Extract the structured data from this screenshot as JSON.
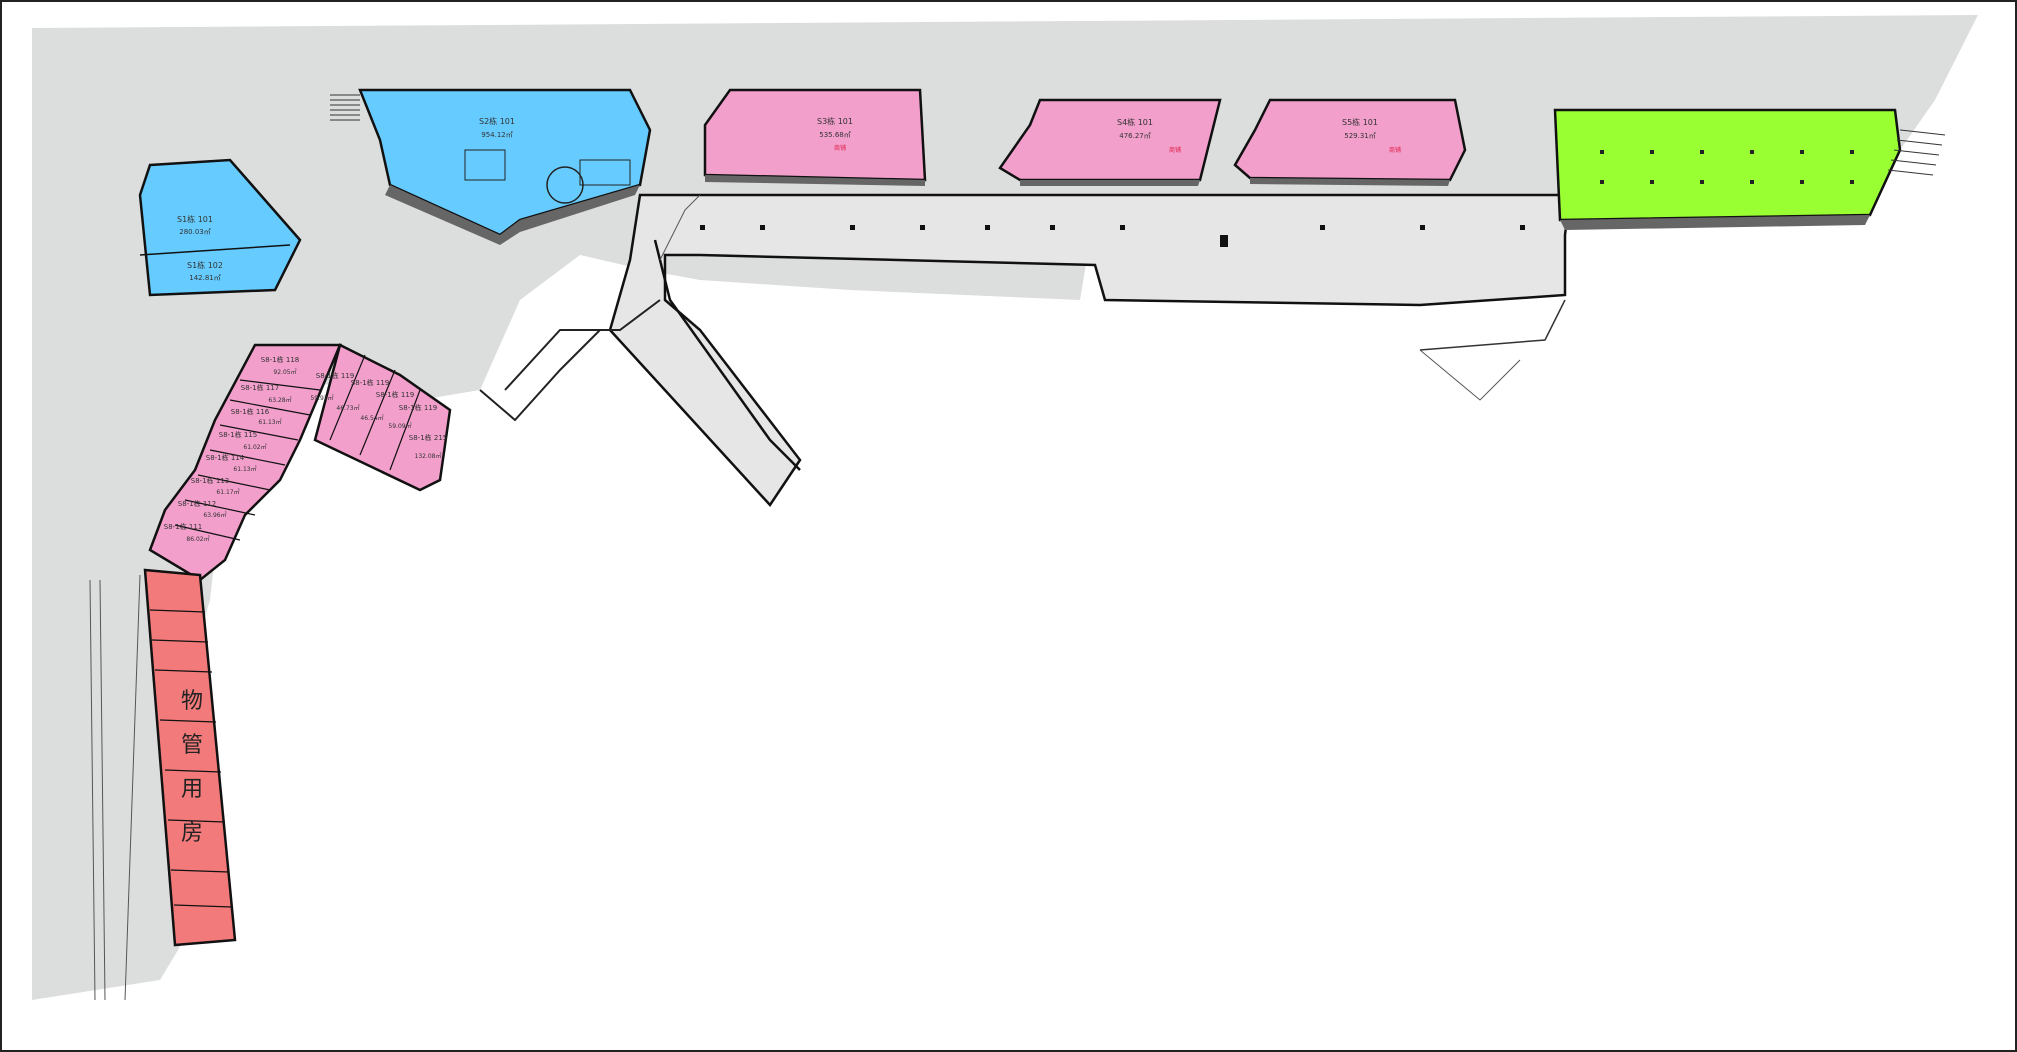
{
  "colors": {
    "site_fill": "#dcdedd",
    "blue_units": "#66ccff",
    "pink_units": "#f29fcb",
    "red_units": "#f27a7a",
    "green_units": "#99ff33",
    "outline": "#111111"
  },
  "units": {
    "s1_101": {
      "name": "S1栋 101",
      "area": "280.03㎡"
    },
    "s1_102": {
      "name": "S1栋 102",
      "area": "142.81㎡"
    },
    "s2_101": {
      "name": "S2栋 101",
      "area": "954.12㎡"
    },
    "s3_101": {
      "name": "S3栋 101",
      "area": "535.68㎡"
    },
    "s4_101": {
      "name": "S4栋 101",
      "area": "476.27㎡"
    },
    "s5_101": {
      "name": "S5栋 101",
      "area": "529.31㎡"
    },
    "s8_118": {
      "name": "S8-1栋 118",
      "area": "92.05㎡"
    },
    "s8_117": {
      "name": "S8-1栋 117",
      "area": "63.28㎡"
    },
    "s8_116": {
      "name": "S8-1栋 116",
      "area": "61.13㎡"
    },
    "s8_115": {
      "name": "S8-1栋 115",
      "area": "61.02㎡"
    },
    "s8_114": {
      "name": "S8-1栋 114",
      "area": "61.13㎡"
    },
    "s8_113": {
      "name": "S8-1栋 113",
      "area": "61.17㎡"
    },
    "s8_112": {
      "name": "S8-1栋 112",
      "area": "63.96㎡"
    },
    "s8_111": {
      "name": "S8-1栋 111",
      "area": "86.02㎡"
    },
    "s8_119a": {
      "name": "S8-1栋 119",
      "area": "59.92㎡"
    },
    "s8_119b": {
      "name": "S8-1栋 119",
      "area": "46.73㎡"
    },
    "s8_119c": {
      "name": "S8-1栋 119",
      "area": "46.54㎡"
    },
    "s8_119d": {
      "name": "S8-1栋 119",
      "area": "59.09㎡"
    },
    "s8_215": {
      "name": "S8-1栋 215",
      "area": "132.08㎡"
    }
  },
  "property_label": [
    "物",
    "管",
    "用",
    "房"
  ],
  "tag_note": "商铺"
}
